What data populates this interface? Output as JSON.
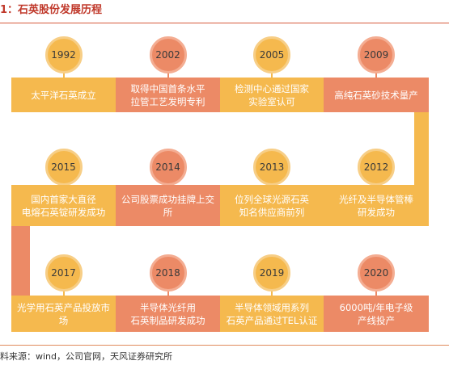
{
  "header": {
    "title": "1：石英股份发展历程"
  },
  "footer": {
    "source": "料来源：wind，公司官网，天风证券研究所"
  },
  "colors": {
    "gold": "#f5b94e",
    "salmon": "#ec8a66",
    "gold_ring": "#f7ce86",
    "salmon_ring": "#f4ad92",
    "title_red": "#c0392b"
  },
  "milestones": [
    {
      "year": "1992",
      "text": "太平洋石英成立",
      "color": "gold"
    },
    {
      "year": "2002",
      "text": "取得中国首条水平\n拉管工艺发明专利",
      "color": "salmon"
    },
    {
      "year": "2005",
      "text": "检测中心通过国家\n实验室认可",
      "color": "gold"
    },
    {
      "year": "2009",
      "text": "高纯石英砂技术量产",
      "color": "salmon"
    },
    {
      "year": "2012",
      "text": "光纤及半导体管棒\n研发成功",
      "color": "gold"
    },
    {
      "year": "2013",
      "text": "位列全球光源石英\n知名供应商前列",
      "color": "gold"
    },
    {
      "year": "2014",
      "text": "公司股票成功挂牌上交所",
      "color": "salmon"
    },
    {
      "year": "2015",
      "text": "国内首家大直径\n电熔石英锭研发成功",
      "color": "gold"
    },
    {
      "year": "2017",
      "text": "光学用石英产品投放市场",
      "color": "gold"
    },
    {
      "year": "2018",
      "text": "半导体光纤用\n石英制品研发成功",
      "color": "salmon"
    },
    {
      "year": "2019",
      "text": "半导体领域用系列\n石英产品通过TEL认证",
      "color": "gold"
    },
    {
      "year": "2020",
      "text": "6000吨/年电子级\n产线投产",
      "color": "salmon"
    }
  ]
}
